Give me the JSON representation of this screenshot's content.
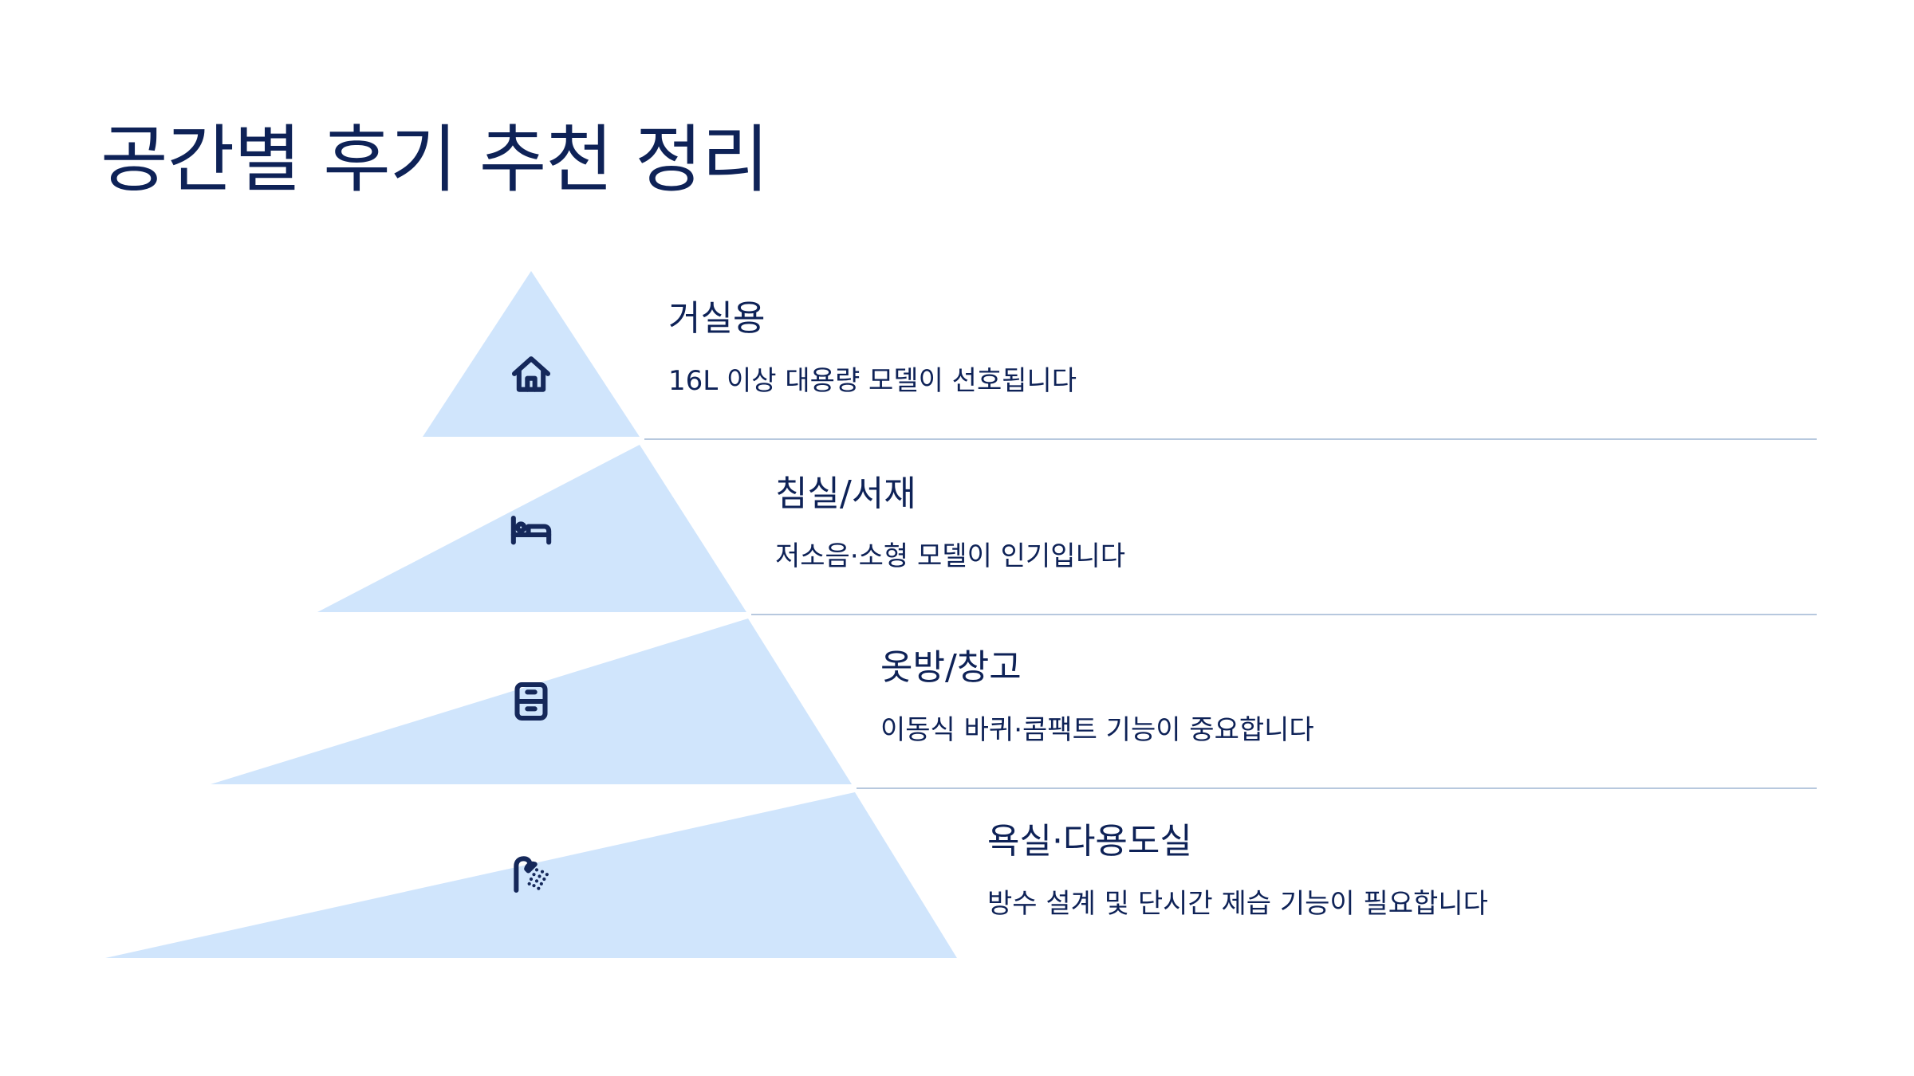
{
  "title": "공간별 후기 추천 정리",
  "colors": {
    "tier_fill": "#d0e5fc",
    "title": "#0e2257",
    "text": "#0e2257",
    "divider": "#b7c8de",
    "background": "#ffffff"
  },
  "tiers": [
    {
      "label": "거실용",
      "description": "16L 이상 대용량 모델이 선호됩니다",
      "icon": "house-icon"
    },
    {
      "label": "침실/서재",
      "description": "저소음·소형 모델이 인기입니다",
      "icon": "bed-icon"
    },
    {
      "label": "옷방/창고",
      "description": "이동식 바퀴·콤팩트 기능이 중요합니다",
      "icon": "cabinet-icon"
    },
    {
      "label": "욕실·다용도실",
      "description": "방수 설계 및 단시간 제습 기능이 필요합니다",
      "icon": "shower-icon"
    }
  ]
}
